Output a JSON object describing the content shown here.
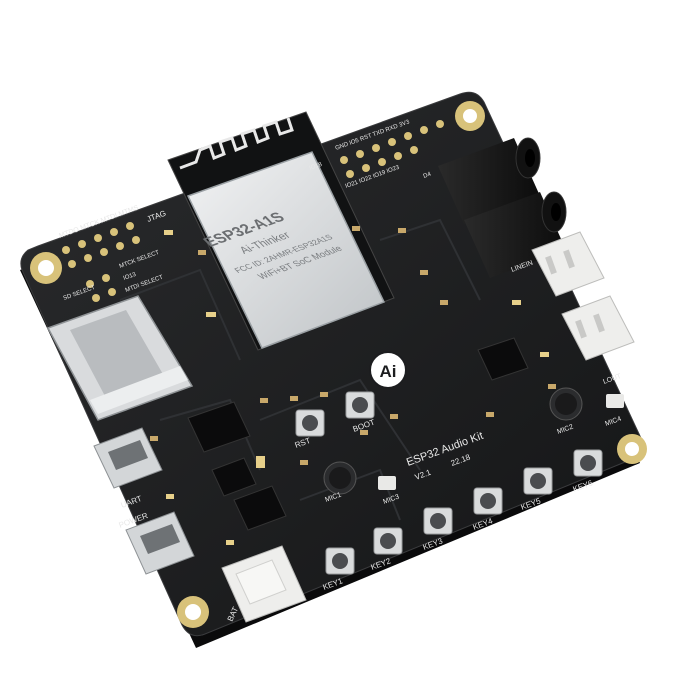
{
  "board": {
    "title": "ESP32 Audio Kit",
    "version": "V2.1",
    "date": "22.18",
    "colors": {
      "pcb": "#1c1d1f",
      "silkscreen": "#e8e8e8",
      "gold": "#d8c27a",
      "metal": "#cfd2d4",
      "connector": "#eeeeec"
    }
  },
  "module": {
    "line1": "ESP32-A1S",
    "line2": "Ai-Thinker",
    "line3": "FCC ID: 2AHMR-ESP32A1S",
    "line4": "WiFi+BT SoC Module",
    "logo": "Ai"
  },
  "labels": {
    "jtag": "JTAG",
    "jtag_pins": "MTDO MTCK MTDI MTMS",
    "mtck_select": "MTCK SELECT",
    "io13": "IO13",
    "mtdi_select": "MTDI SELECT",
    "sd_select": "SD SELECT",
    "header_top": "GND IO5 RST TXD RXD 3V3",
    "header_bottom": "IO21 IO22 IO19 IO23",
    "io18": "IO18",
    "d4": "D4",
    "uart": "UART",
    "power": "POWER",
    "bat": "BAT",
    "rst": "RST",
    "boot": "BOOT",
    "mic1": "MIC1",
    "mic2": "MIC2",
    "mic3": "MIC3",
    "mic4": "MIC4",
    "linein": "LINEIN",
    "lout": "LOUT",
    "key1": "KEY1",
    "key2": "KEY2",
    "key3": "KEY3",
    "key4": "KEY4",
    "key5": "KEY5",
    "key6": "KEY6"
  }
}
